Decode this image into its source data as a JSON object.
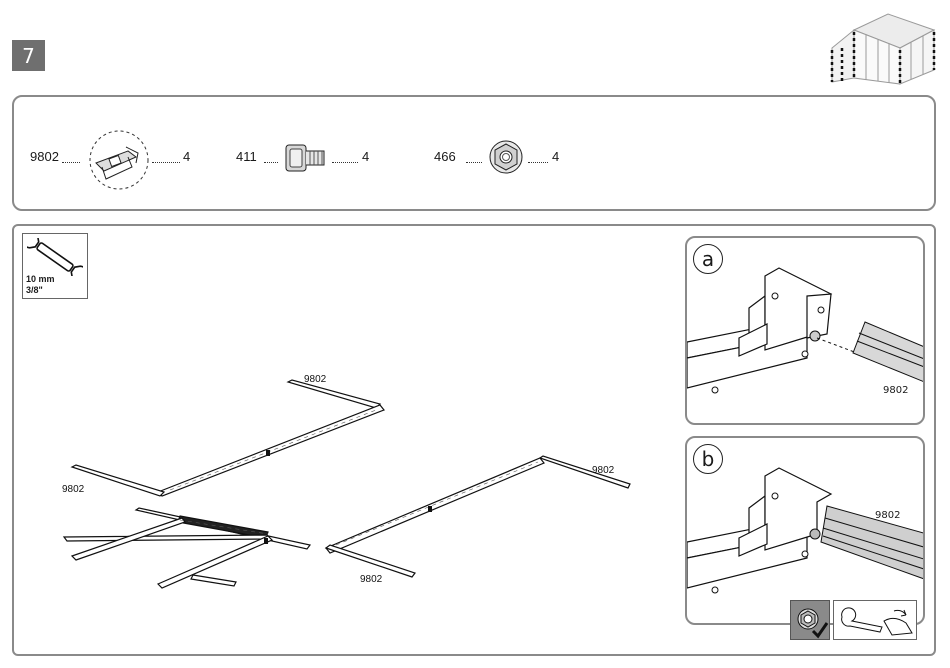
{
  "step": {
    "number": "7"
  },
  "parts": [
    {
      "code": "9802",
      "qty": "4",
      "icon": "connector-clip-icon"
    },
    {
      "code": "411",
      "qty": "4",
      "icon": "square-bolt-icon"
    },
    {
      "code": "466",
      "qty": "4",
      "icon": "flange-nut-icon"
    }
  ],
  "tool": {
    "size_mm": "10 mm",
    "size_in": "3/8\"",
    "icon": "wrench-icon"
  },
  "diagram": {
    "labels": [
      "9802",
      "9802",
      "9802",
      "9802"
    ]
  },
  "details": {
    "a": {
      "letter": "a",
      "part_label": "9802"
    },
    "b": {
      "letter": "b",
      "part_label": "9802"
    }
  }
}
